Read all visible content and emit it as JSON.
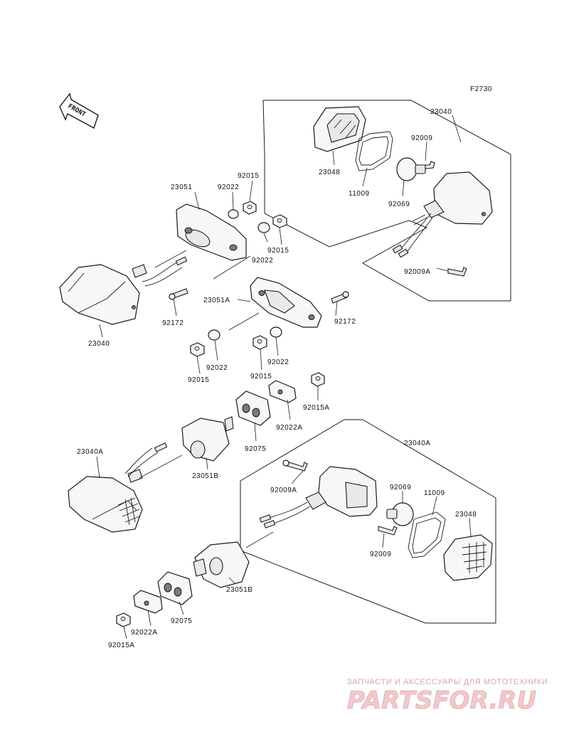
{
  "figure_code": "F2730",
  "front_label": "FRONT",
  "labels": {
    "p23040_top": "23040",
    "p23048_top": "23048",
    "p11009_top": "11009",
    "p92009_top": "92009",
    "p92069_top": "92069",
    "p92009A_top": "92009A",
    "p23051": "23051",
    "p92015_a": "92015",
    "p92022_a": "92022",
    "p92015_b": "92015",
    "p92022_b": "92022",
    "p23040_left": "23040",
    "p92172_left": "92172",
    "p23051A": "23051A",
    "p92172_right": "92172",
    "p92022_c": "92022",
    "p92015_c": "92015",
    "p92022_d": "92022",
    "p92015_d": "92015",
    "p92015A_a": "92015A",
    "p92022A_a": "92022A",
    "p92075_a": "92075",
    "p23040A_left": "23040A",
    "p23051B_a": "23051B",
    "p23040A_right": "23040A",
    "p92009A_bottom": "92009A",
    "p92069_bottom": "92069",
    "p11009_bottom": "11009",
    "p23048_bottom": "23048",
    "p92009_bottom": "92009",
    "p23051B_b": "23051B",
    "p92075_b": "92075",
    "p92022A_b": "92022A",
    "p92015A_b": "92015A"
  },
  "watermark": {
    "tagline": "ЗАПЧАСТИ И АКСЕССУАРЫ ДЛЯ МОТОТЕХНИКИ",
    "brand": "PARTSFOR.RU"
  }
}
